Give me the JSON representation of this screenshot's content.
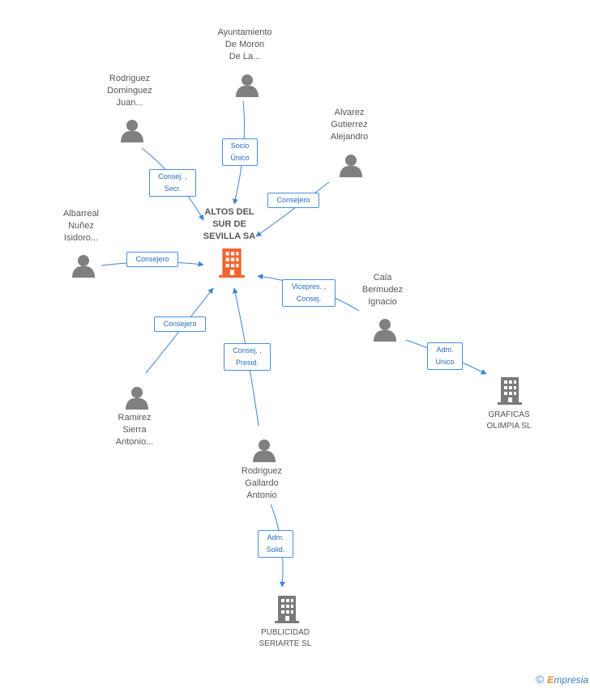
{
  "center": {
    "label": "ALTOS DEL\nSUR DE\nSEVILLA SA"
  },
  "persons": [
    {
      "id": "ayuntamiento",
      "label": "Ayuntamiento\nDe Moron\nDe La..."
    },
    {
      "id": "rodriguez-dominguez",
      "label": "Rodriguez\nDominguez\nJuan..."
    },
    {
      "id": "alvarez",
      "label": "Alvarez\nGutierrez\nAlejandro"
    },
    {
      "id": "albarreal",
      "label": "Albarreal\nNuñez\nIsidoro..."
    },
    {
      "id": "cala",
      "label": "Cala\nBermudez\nIgnacio"
    },
    {
      "id": "ramirez",
      "label": "Ramirez\nSierra\nAntonio..."
    },
    {
      "id": "rodriguez-gallardo",
      "label": "Rodriguez\nGallardo\nAntonio"
    }
  ],
  "companies": [
    {
      "id": "graficas",
      "label": "GRAFICAS\nOLIMPIA SL"
    },
    {
      "id": "publicidad",
      "label": "PUBLICIDAD\nSERIARTE SL"
    }
  ],
  "edges": [
    {
      "from": "ayuntamiento",
      "to": "center",
      "label": "Socio\nÚnico"
    },
    {
      "from": "rodriguez-dominguez",
      "to": "center",
      "label": "Consej. ,\nSecr."
    },
    {
      "from": "alvarez",
      "to": "center",
      "label": "Consejero"
    },
    {
      "from": "albarreal",
      "to": "center",
      "label": "Consejero"
    },
    {
      "from": "cala",
      "to": "center",
      "label": "Vicepres. ,\nConsej."
    },
    {
      "from": "ramirez",
      "to": "center",
      "label": "Consejero"
    },
    {
      "from": "rodriguez-gallardo",
      "to": "center",
      "label": "Consej. ,\nPresid."
    },
    {
      "from": "cala",
      "to": "graficas",
      "label": "Adm.\nUnico"
    },
    {
      "from": "rodriguez-gallardo",
      "to": "publicidad",
      "label": "Adm.\nSolid."
    }
  ],
  "colors": {
    "edge": "#3d85d8",
    "person": "#808080",
    "center_company": "#f26430",
    "company": "#7a7a7a"
  },
  "footer": {
    "copyright": "©",
    "brand_first": "E",
    "brand_rest": "mpresia"
  }
}
